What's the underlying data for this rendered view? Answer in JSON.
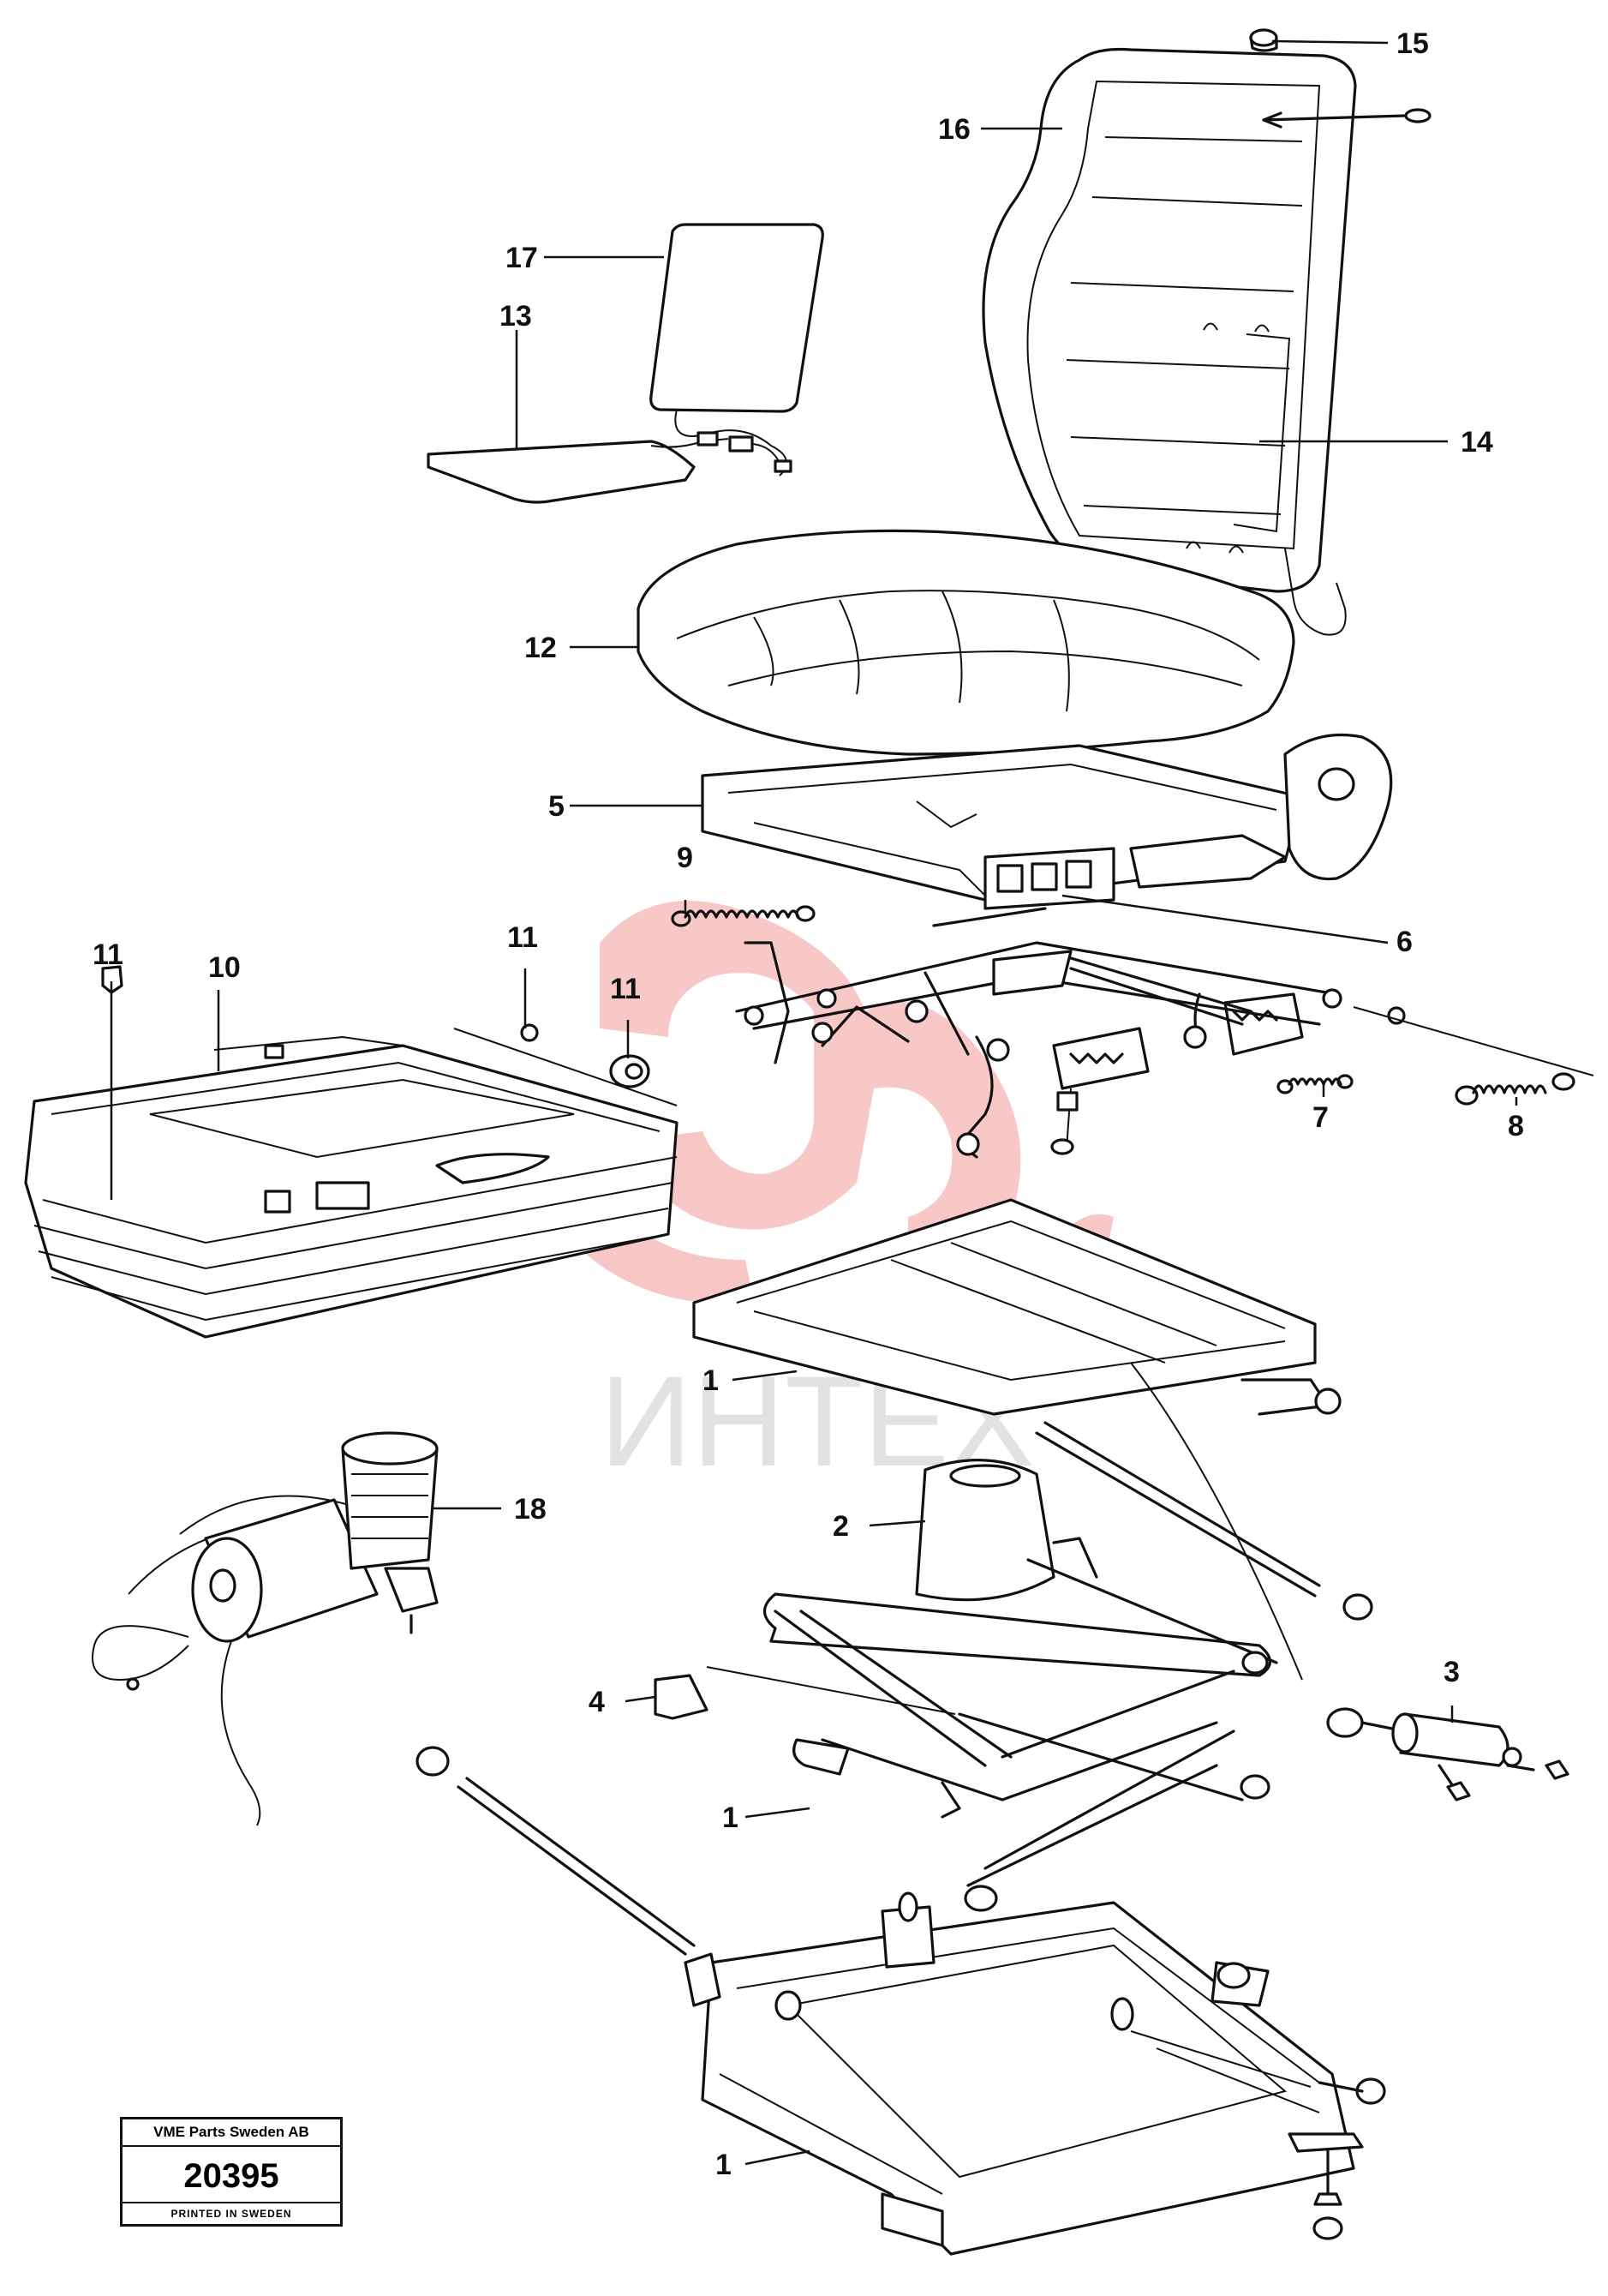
{
  "watermark": {
    "text": "ИНТЕХ",
    "color": "#e53935"
  },
  "callouts": {
    "c15": "15",
    "c16": "16",
    "c17": "17",
    "c13": "13",
    "c14": "14",
    "c12": "12",
    "c5": "5",
    "c9": "9",
    "c6": "6",
    "c11a": "11",
    "c10": "10",
    "c11b": "11",
    "c11c": "11",
    "c7": "7",
    "c8": "8",
    "c1a": "1",
    "c18": "18",
    "c2": "2",
    "c3": "3",
    "c4": "4",
    "c1b": "1",
    "c1c": "1"
  },
  "title_block": {
    "company": "VME Parts Sweden AB",
    "drawing_number": "20395",
    "printed": "PRINTED IN SWEDEN"
  }
}
